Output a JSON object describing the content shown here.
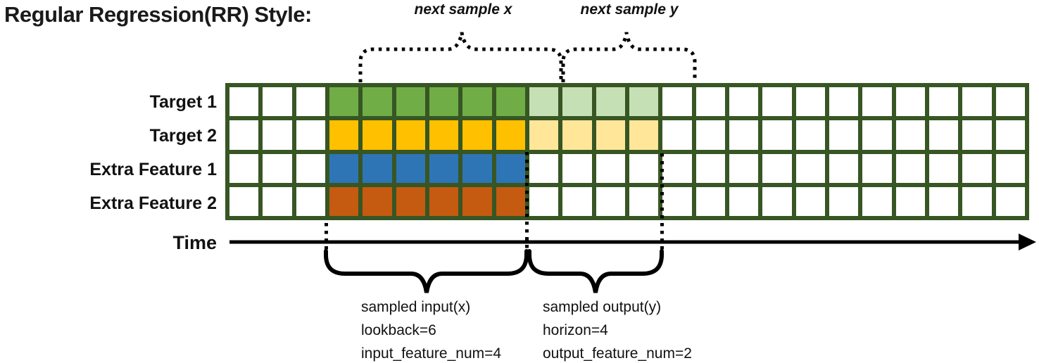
{
  "title": "Regular Regression(RR) Style:",
  "braces": {
    "next_x": "next sample x",
    "next_y": "next sample y"
  },
  "time_label": "Time",
  "annotations": {
    "input": {
      "lines": [
        "sampled input(x)",
        "lookback=6",
        "input_feature_num=4"
      ]
    },
    "output": {
      "lines": [
        "sampled output(y)",
        "horizon=4",
        "output_feature_num=2"
      ]
    }
  },
  "grid": {
    "columns": 24,
    "input_start_col": 3,
    "lookback": 6,
    "horizon": 4,
    "rows": [
      {
        "label": "Target 1",
        "input_color": "green",
        "output_color": "light_green"
      },
      {
        "label": "Target 2",
        "input_color": "yellow",
        "output_color": "light_yellow"
      },
      {
        "label": "Extra Feature 1",
        "input_color": "blue",
        "output_color": "empty"
      },
      {
        "label": "Extra Feature 2",
        "input_color": "orange",
        "output_color": "empty"
      }
    ]
  },
  "palette": {
    "green": "#70AD47",
    "light_green": "#C5E0B4",
    "yellow": "#FFC000",
    "light_yellow": "#FFE699",
    "blue": "#2E75B6",
    "orange": "#C55A11",
    "grid_border": "#375623",
    "empty": "#FFFFFF",
    "line": "#000000"
  }
}
